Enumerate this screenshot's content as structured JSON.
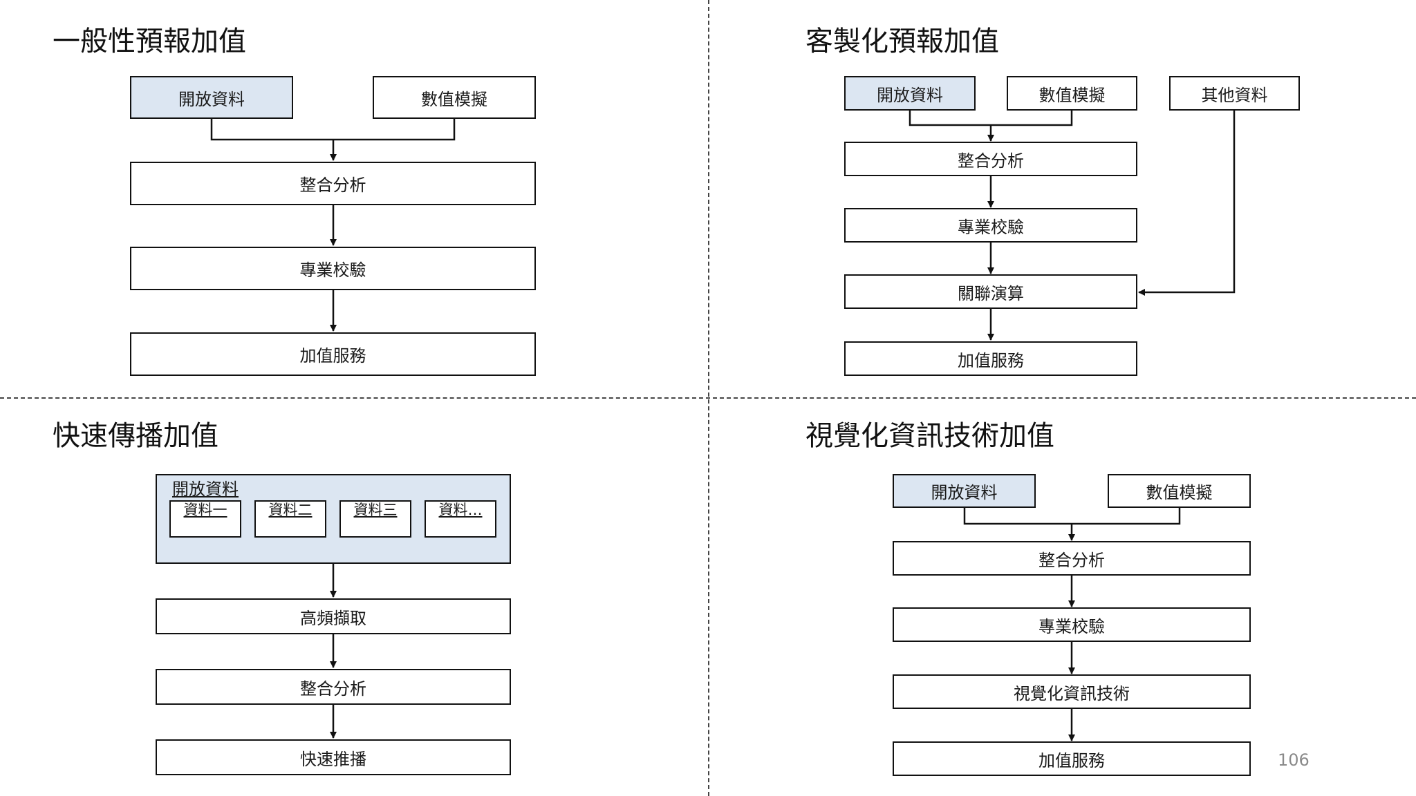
{
  "quadrants": {
    "general": {
      "title": "一般性預報加值",
      "boxes": {
        "open_data": "開放資料",
        "numeric_sim": "數值模擬",
        "integration": "整合分析",
        "expert_check": "專業校驗",
        "service": "加值服務"
      }
    },
    "custom": {
      "title": "客製化預報加值",
      "boxes": {
        "open_data": "開放資料",
        "numeric_sim": "數值模擬",
        "other_data": "其他資料",
        "integration": "整合分析",
        "expert_check": "專業校驗",
        "correlation": "關聯演算",
        "service": "加值服務"
      }
    },
    "fast": {
      "title": "快速傳播加值",
      "group_label": "開放資料",
      "data_items": [
        "資料一",
        "資料二",
        "資料三",
        "資料…"
      ],
      "boxes": {
        "high_freq": "高頻擷取",
        "integration": "整合分析",
        "fast_push": "快速推播"
      }
    },
    "visual": {
      "title": "視覺化資訊技術加值",
      "boxes": {
        "open_data": "開放資料",
        "numeric_sim": "數值模擬",
        "integration": "整合分析",
        "expert_check": "專業校驗",
        "visual_tech": "視覺化資訊技術",
        "service": "加值服務"
      }
    }
  },
  "page_number": "106",
  "colors": {
    "highlight": "#dce6f2",
    "border": "#111111",
    "divider": "#444444"
  }
}
